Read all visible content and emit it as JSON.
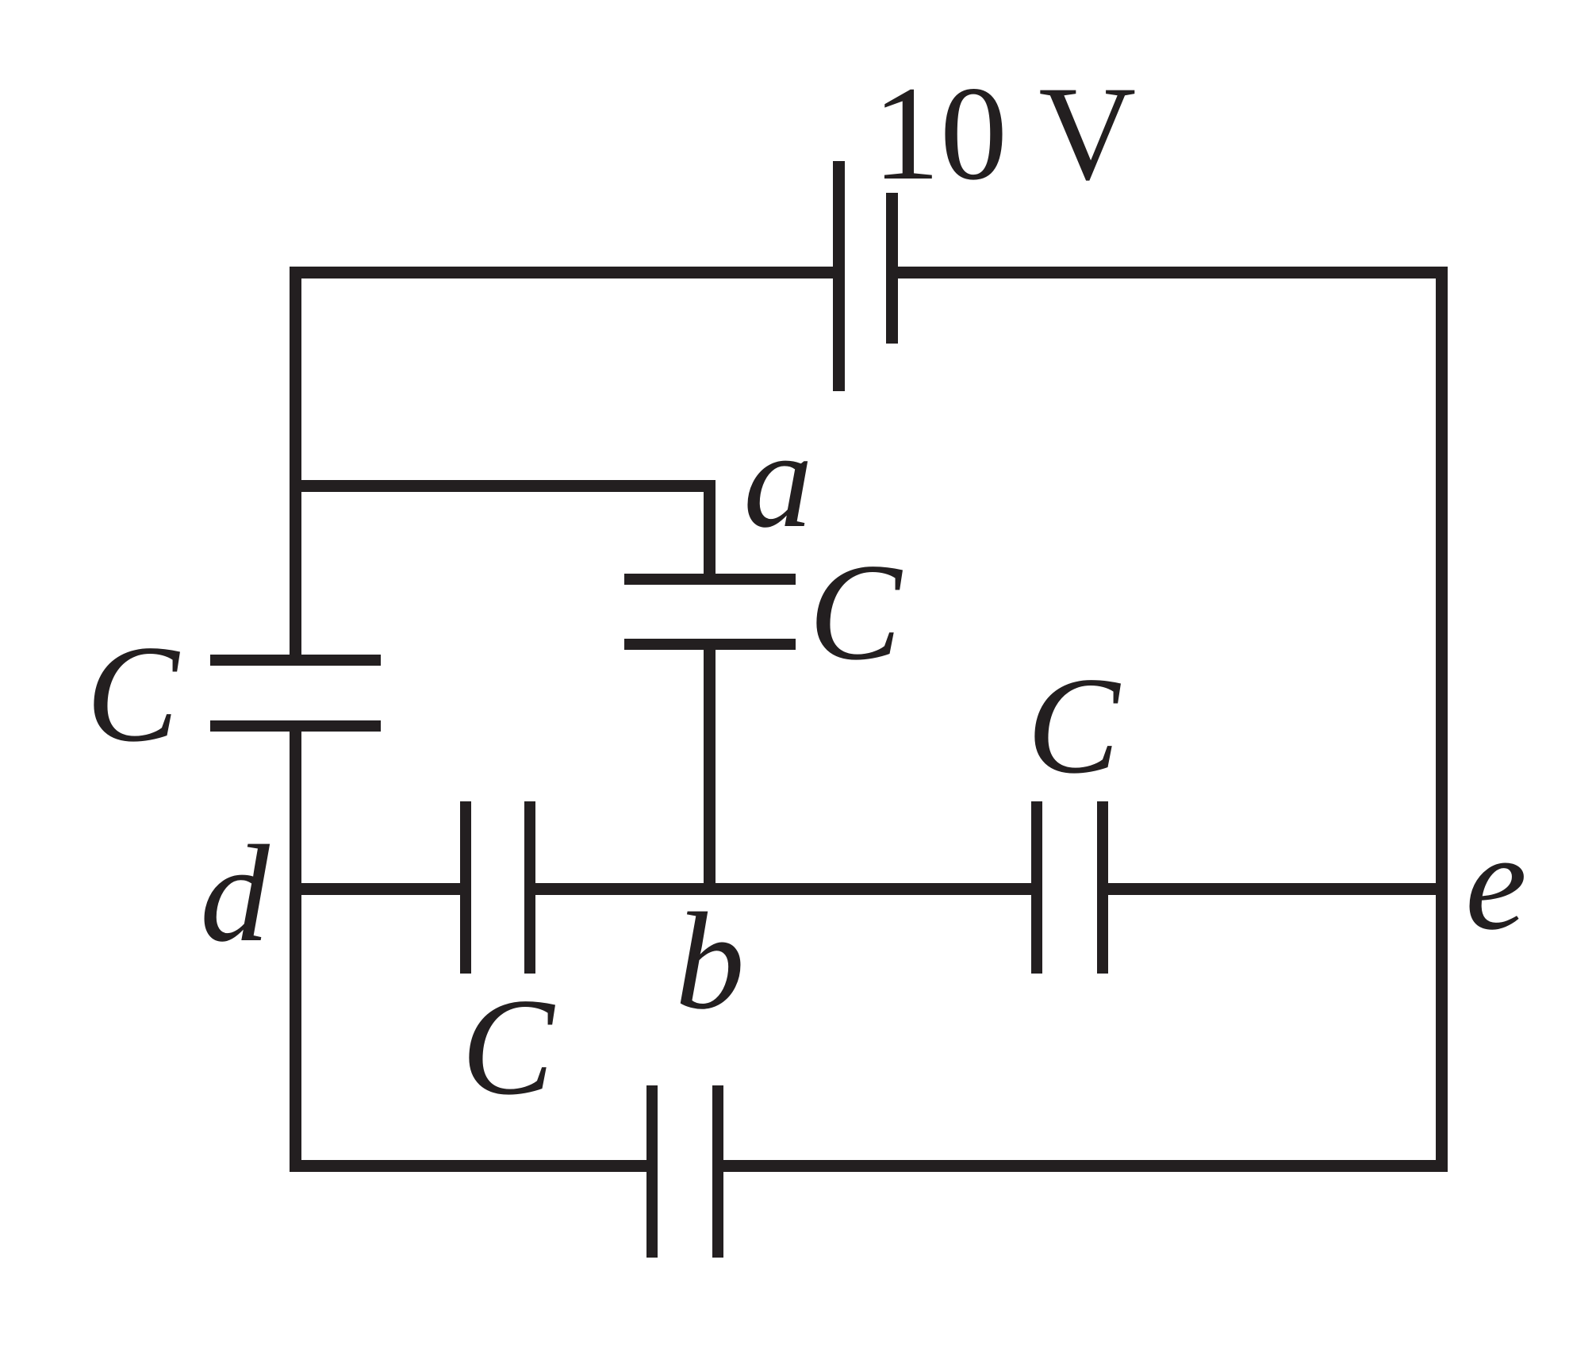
{
  "diagram": {
    "type": "capacitor-circuit-schematic",
    "background": "#ffffff",
    "ink": "#231f20",
    "battery": {
      "label": "10 V"
    },
    "nodes": [
      {
        "id": "a",
        "label": "a"
      },
      {
        "id": "b",
        "label": "b"
      },
      {
        "id": "d",
        "label": "d"
      },
      {
        "id": "e",
        "label": "e"
      }
    ],
    "capacitors": [
      {
        "id": "capacitor-left-branch",
        "label": "C"
      },
      {
        "id": "capacitor-a-branch",
        "label": "C"
      },
      {
        "id": "capacitor-d-to-b",
        "label": "C"
      },
      {
        "id": "capacitor-b-to-e",
        "label": "C"
      },
      {
        "id": "capacitor-bottom-branch"
      }
    ]
  }
}
